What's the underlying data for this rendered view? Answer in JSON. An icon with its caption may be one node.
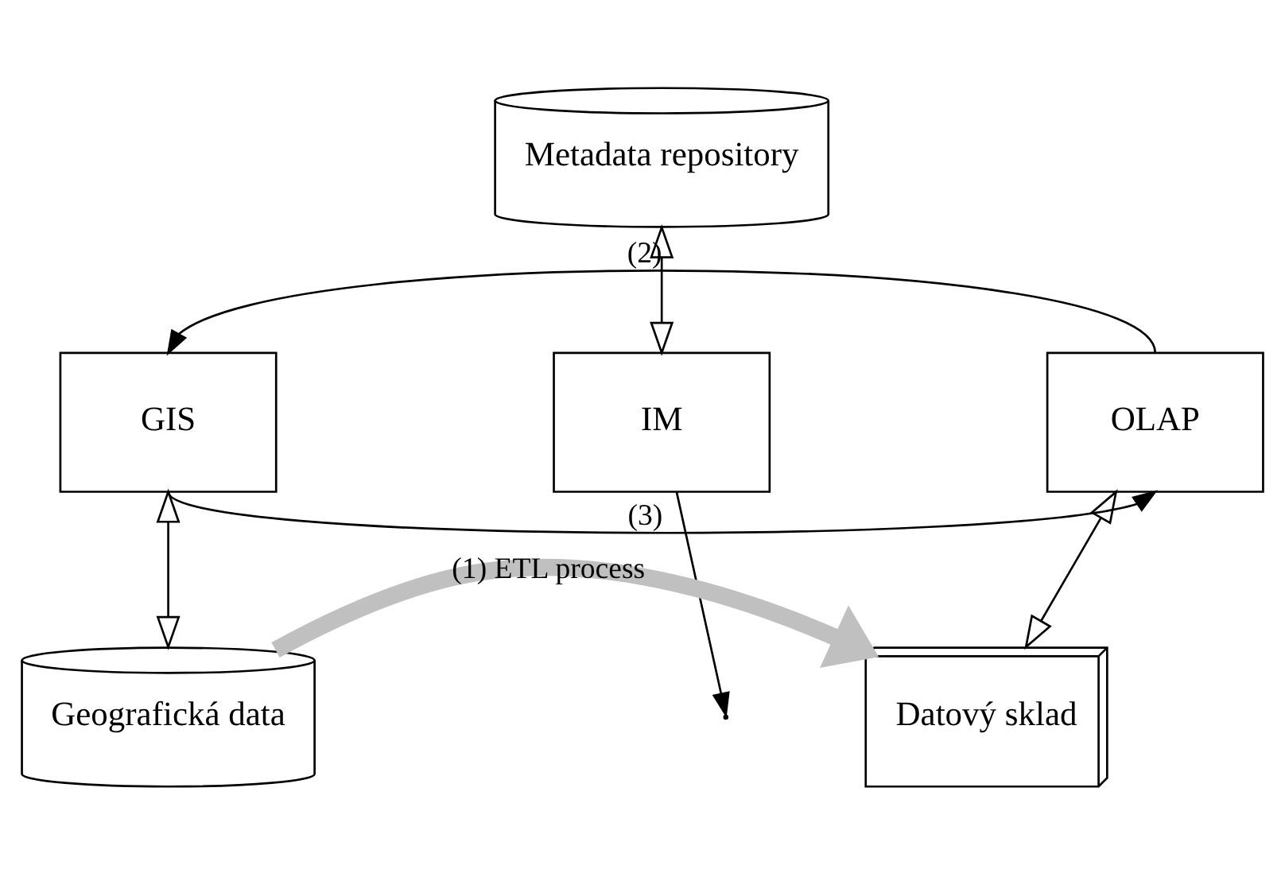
{
  "diagram": {
    "nodes": [
      {
        "text": [
          "Metadata repository"
        ]
      },
      {
        "text": [
          "GIS"
        ]
      },
      {
        "text": [
          "IM"
        ]
      },
      {
        "text": [
          "OLAP"
        ]
      },
      {
        "text": [
          "Geografická data"
        ]
      },
      {
        "text": [
          "Datový sklad"
        ]
      }
    ],
    "edges": [
      {
        "from": 0,
        "to": 2,
        "arrow": "both"
      },
      {
        "from": 3,
        "to": 1,
        "arrow": "to",
        "label": "(2)"
      },
      {
        "from": 1,
        "to": 3,
        "arrow": "to",
        "label": "(3)"
      },
      {
        "from": 2,
        "to": null,
        "arrow": "to"
      },
      {
        "from": 1,
        "to": 4,
        "arrow": "both"
      },
      {
        "from": 3,
        "to": 5,
        "arrow": "both"
      },
      {
        "from": 4,
        "to": 5,
        "arrow": "to",
        "label": "(1) ETL process",
        "style": "thick",
        "color": "#c0c0c0"
      }
    ]
  }
}
